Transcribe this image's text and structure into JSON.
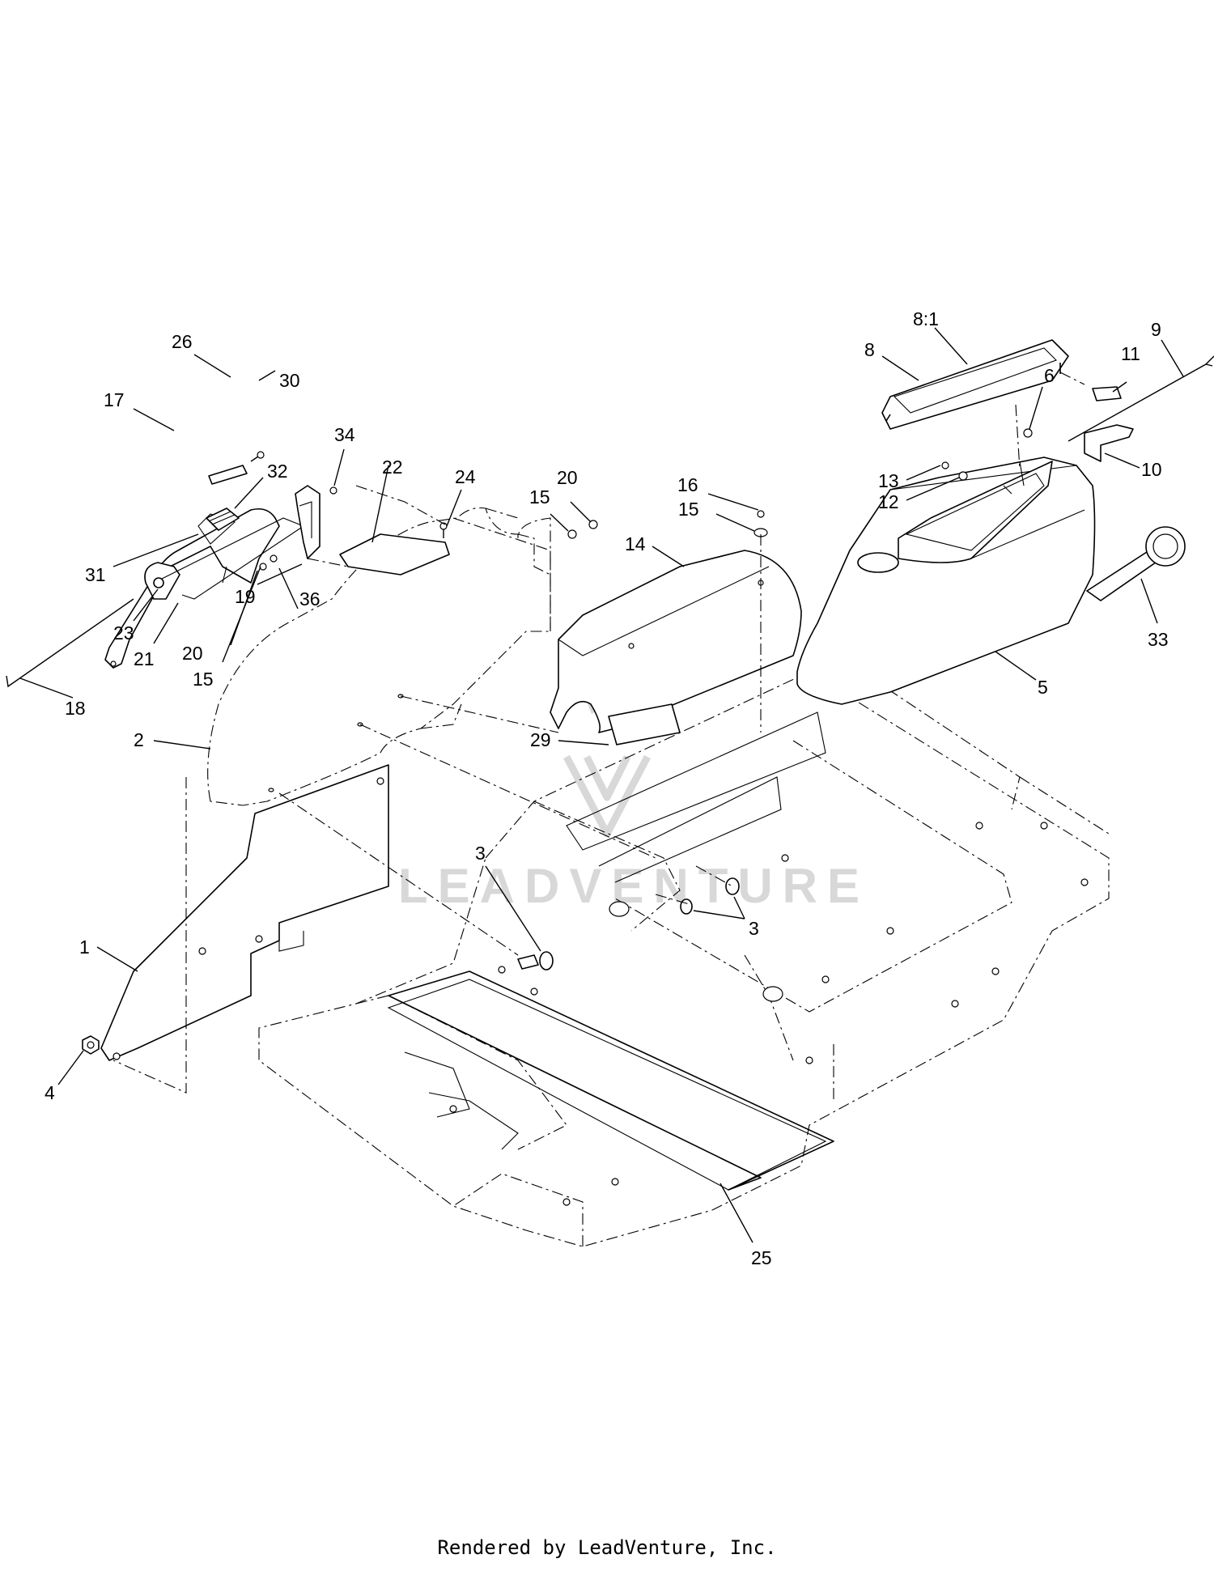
{
  "watermark": "LEADVENTURE",
  "footer": "Rendered by LeadVenture, Inc.",
  "callouts": [
    "26",
    "30",
    "17",
    "32",
    "31",
    "23",
    "21",
    "18",
    "34",
    "22",
    "24",
    "19",
    "36",
    "20",
    "15",
    "20",
    "15",
    "2",
    "16",
    "15",
    "14",
    "29",
    "8:1",
    "8",
    "9",
    "11",
    "6",
    "10",
    "13",
    "12",
    "5",
    "33",
    "3",
    "3",
    "1",
    "4",
    "25"
  ]
}
